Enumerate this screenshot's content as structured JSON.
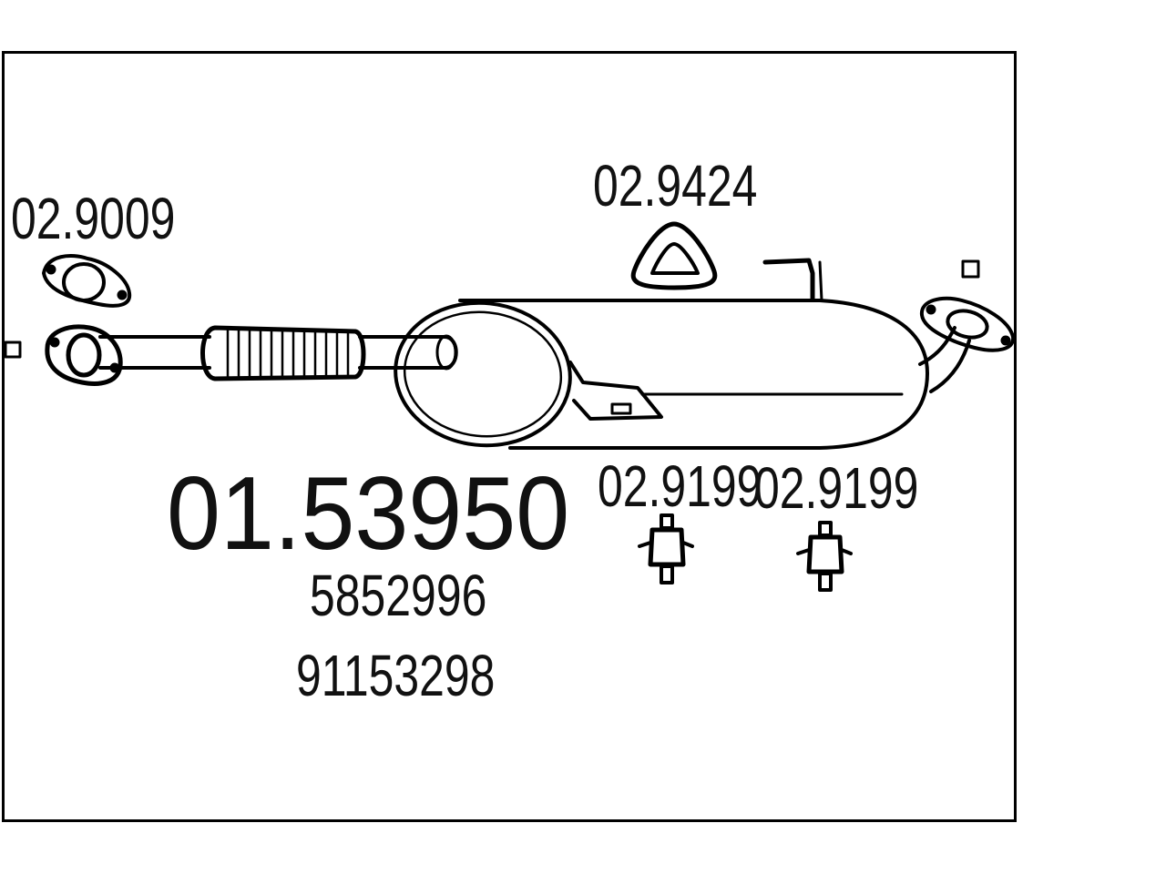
{
  "diagram": {
    "main_part_number": "01.53950",
    "oe_numbers": [
      "5852996",
      "91153298"
    ],
    "components": [
      {
        "id": "gasket",
        "part_number": "02.9009"
      },
      {
        "id": "rubber-ring",
        "part_number": "02.9424"
      },
      {
        "id": "rubber-mount-1",
        "part_number": "02.9199"
      },
      {
        "id": "rubber-mount-2",
        "part_number": "02.9199"
      }
    ],
    "line_color": "#000000"
  }
}
